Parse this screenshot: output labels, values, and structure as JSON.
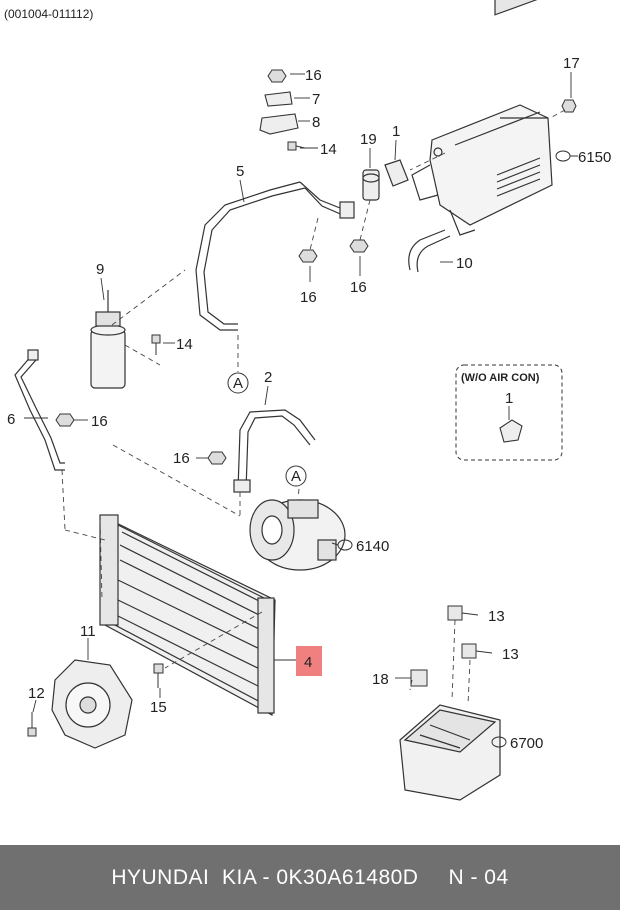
{
  "header": {
    "code": "(001004-011112)"
  },
  "callouts": {
    "p16a": "16",
    "p7": "7",
    "p8": "8",
    "p14a": "14",
    "p17": "17",
    "p19": "19",
    "p1": "1",
    "p6150": "6150",
    "p5": "5",
    "p9": "9",
    "p16b": "16",
    "p16c": "16",
    "p10": "10",
    "p14b": "14",
    "refA1": "A",
    "p2": "2",
    "p6": "6",
    "p16d": "16",
    "p16e": "16",
    "refA2": "A",
    "p6140": "6140",
    "p11": "11",
    "p4": "4",
    "p12": "12",
    "p15": "15",
    "p13a": "13",
    "p13b": "13",
    "p18": "18",
    "p6700": "6700"
  },
  "inset": {
    "title": "(W/O AIR CON)",
    "part": "1"
  },
  "highlight_color": "#f08080",
  "footer": {
    "brand": "HYUNDAI  KIA - 0K30A61480D",
    "page": "N - 04"
  }
}
